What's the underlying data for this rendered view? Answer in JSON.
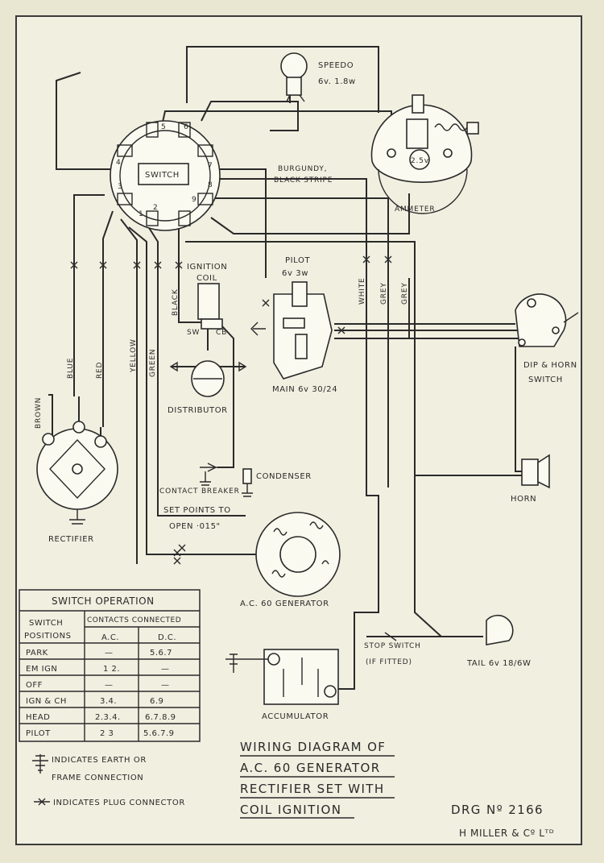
{
  "components": {
    "speedo": {
      "name": "SPEEDO",
      "rating": "6v. 1.8w"
    },
    "switch": {
      "name": "SWITCH",
      "terminals": [
        "1",
        "2",
        "3",
        "4",
        "5",
        "6",
        "7",
        "8",
        "9"
      ]
    },
    "ammeter": {
      "name": "AMMETER",
      "scale": "2.5v"
    },
    "harness_label": {
      "line1": "BURGUNDY,",
      "line2": "BLACK STRIPE"
    },
    "ignition_coil": {
      "line1": "IGNITION",
      "line2": "COIL",
      "sw": "SW",
      "cb": "CB"
    },
    "pilot": {
      "name": "PILOT",
      "rating": "6v 3w"
    },
    "main_lamp": {
      "name": "MAIN 6v 30/24"
    },
    "dip_horn_switch": {
      "line1": "DIP & HORN",
      "line2": "SWITCH"
    },
    "distributor": {
      "name": "DISTRIBUTOR"
    },
    "condenser": {
      "name": "CONDENSER"
    },
    "contact_breaker": {
      "name": "CONTACT BREAKER"
    },
    "points_note": {
      "line1": "SET POINTS TO",
      "line2": "OPEN ·015\""
    },
    "rectifier": {
      "name": "RECTIFIER"
    },
    "horn": {
      "name": "HORN"
    },
    "generator": {
      "name": "A.C. 60 GENERATOR"
    },
    "accumulator": {
      "name": "ACCUMULATOR"
    },
    "stop_switch": {
      "line1": "STOP SWITCH",
      "line2": "(IF FITTED)"
    },
    "tail_lamp": {
      "name": "TAIL 6v 18/6W"
    }
  },
  "wire_colours": {
    "brown": "BROWN",
    "blue": "BLUE",
    "red": "RED",
    "yellow": "YELLOW",
    "green": "GREEN",
    "black": "BLACK",
    "white": "WHITE",
    "grey1": "GREY",
    "grey2": "GREY"
  },
  "switch_table": {
    "title": "SWITCH OPERATION",
    "col1_header": {
      "line1": "SWITCH",
      "line2": "POSITIONS"
    },
    "group_header": "CONTACTS CONNECTED",
    "ac_header": "A.C.",
    "dc_header": "D.C.",
    "rows": [
      {
        "position": "PARK",
        "ac": "—",
        "dc": "5.6.7"
      },
      {
        "position": "EM IGN",
        "ac": "1 2.",
        "dc": "—"
      },
      {
        "position": "OFF",
        "ac": "—",
        "dc": "—"
      },
      {
        "position": "IGN & CH",
        "ac": "3.4.",
        "dc": "6.9"
      },
      {
        "position": "HEAD",
        "ac": "2.3.4.",
        "dc": "6.7.8.9"
      },
      {
        "position": "PILOT",
        "ac": "2 3",
        "dc": "5.6.7.9"
      }
    ]
  },
  "legend": {
    "earth_line1": "INDICATES EARTH OR",
    "earth_line2": "FRAME CONNECTION",
    "plug": "INDICATES PLUG CONNECTOR"
  },
  "title_block": {
    "line1": "WIRING DIAGRAM OF",
    "line2": "A.C. 60 GENERATOR",
    "line3": "RECTIFIER SET WITH",
    "line4": "COIL IGNITION"
  },
  "drawing_number": "DRG Nº 2166",
  "maker": "H MILLER & Cº Lᵀᴰ"
}
